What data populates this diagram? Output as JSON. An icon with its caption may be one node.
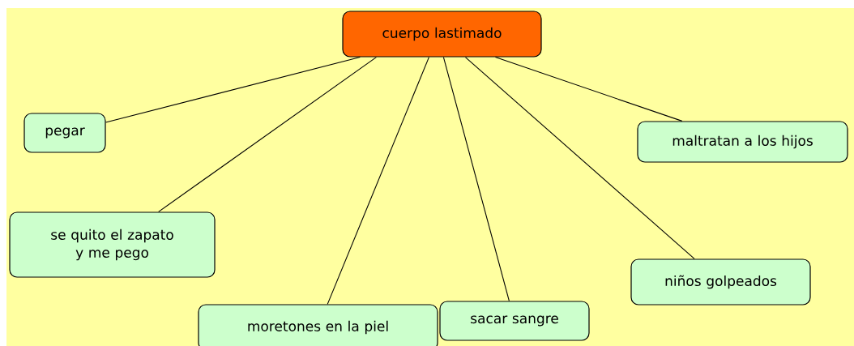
{
  "diagram": {
    "nodes": [
      {
        "text": [
          "cuerpo lastimado"
        ]
      },
      {
        "text": [
          "pegar"
        ]
      },
      {
        "text": [
          "se quito el zapato y me pego"
        ]
      },
      {
        "text": [
          "moretones en la piel"
        ]
      },
      {
        "text": [
          "sacar sangre"
        ]
      },
      {
        "text": [
          "niños golpeados"
        ]
      },
      {
        "text": [
          "maltratan a los hijos"
        ]
      }
    ],
    "edges": [
      {
        "from": 0,
        "to": 1,
        "arrow": "none"
      },
      {
        "from": 0,
        "to": 2,
        "arrow": "none"
      },
      {
        "from": 0,
        "to": 3,
        "arrow": "none"
      },
      {
        "from": 0,
        "to": 4,
        "arrow": "none"
      },
      {
        "from": 0,
        "to": 5,
        "arrow": "none"
      },
      {
        "from": 0,
        "to": 6,
        "arrow": "none"
      }
    ]
  }
}
